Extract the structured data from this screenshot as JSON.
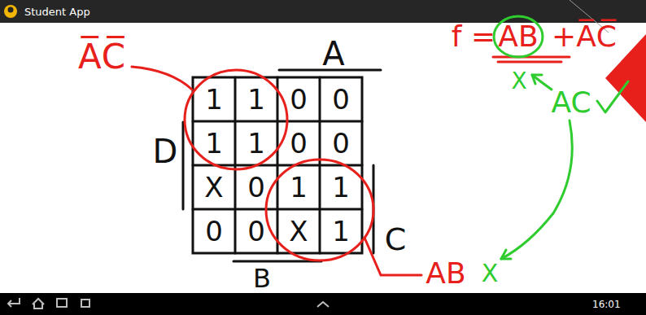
{
  "diagram": {
    "labels": [
      "Student App",
      "A̅C̅",
      "A",
      "f =",
      "AB",
      "+A̅C̅",
      "X",
      "AC",
      "D",
      "1",
      "1",
      "0",
      "0",
      "1",
      "1",
      "0",
      "0",
      "X",
      "0",
      "1",
      "1",
      "0",
      "0",
      "X",
      "1",
      "C",
      "B",
      "AB",
      "X",
      "16:01"
    ]
  }
}
